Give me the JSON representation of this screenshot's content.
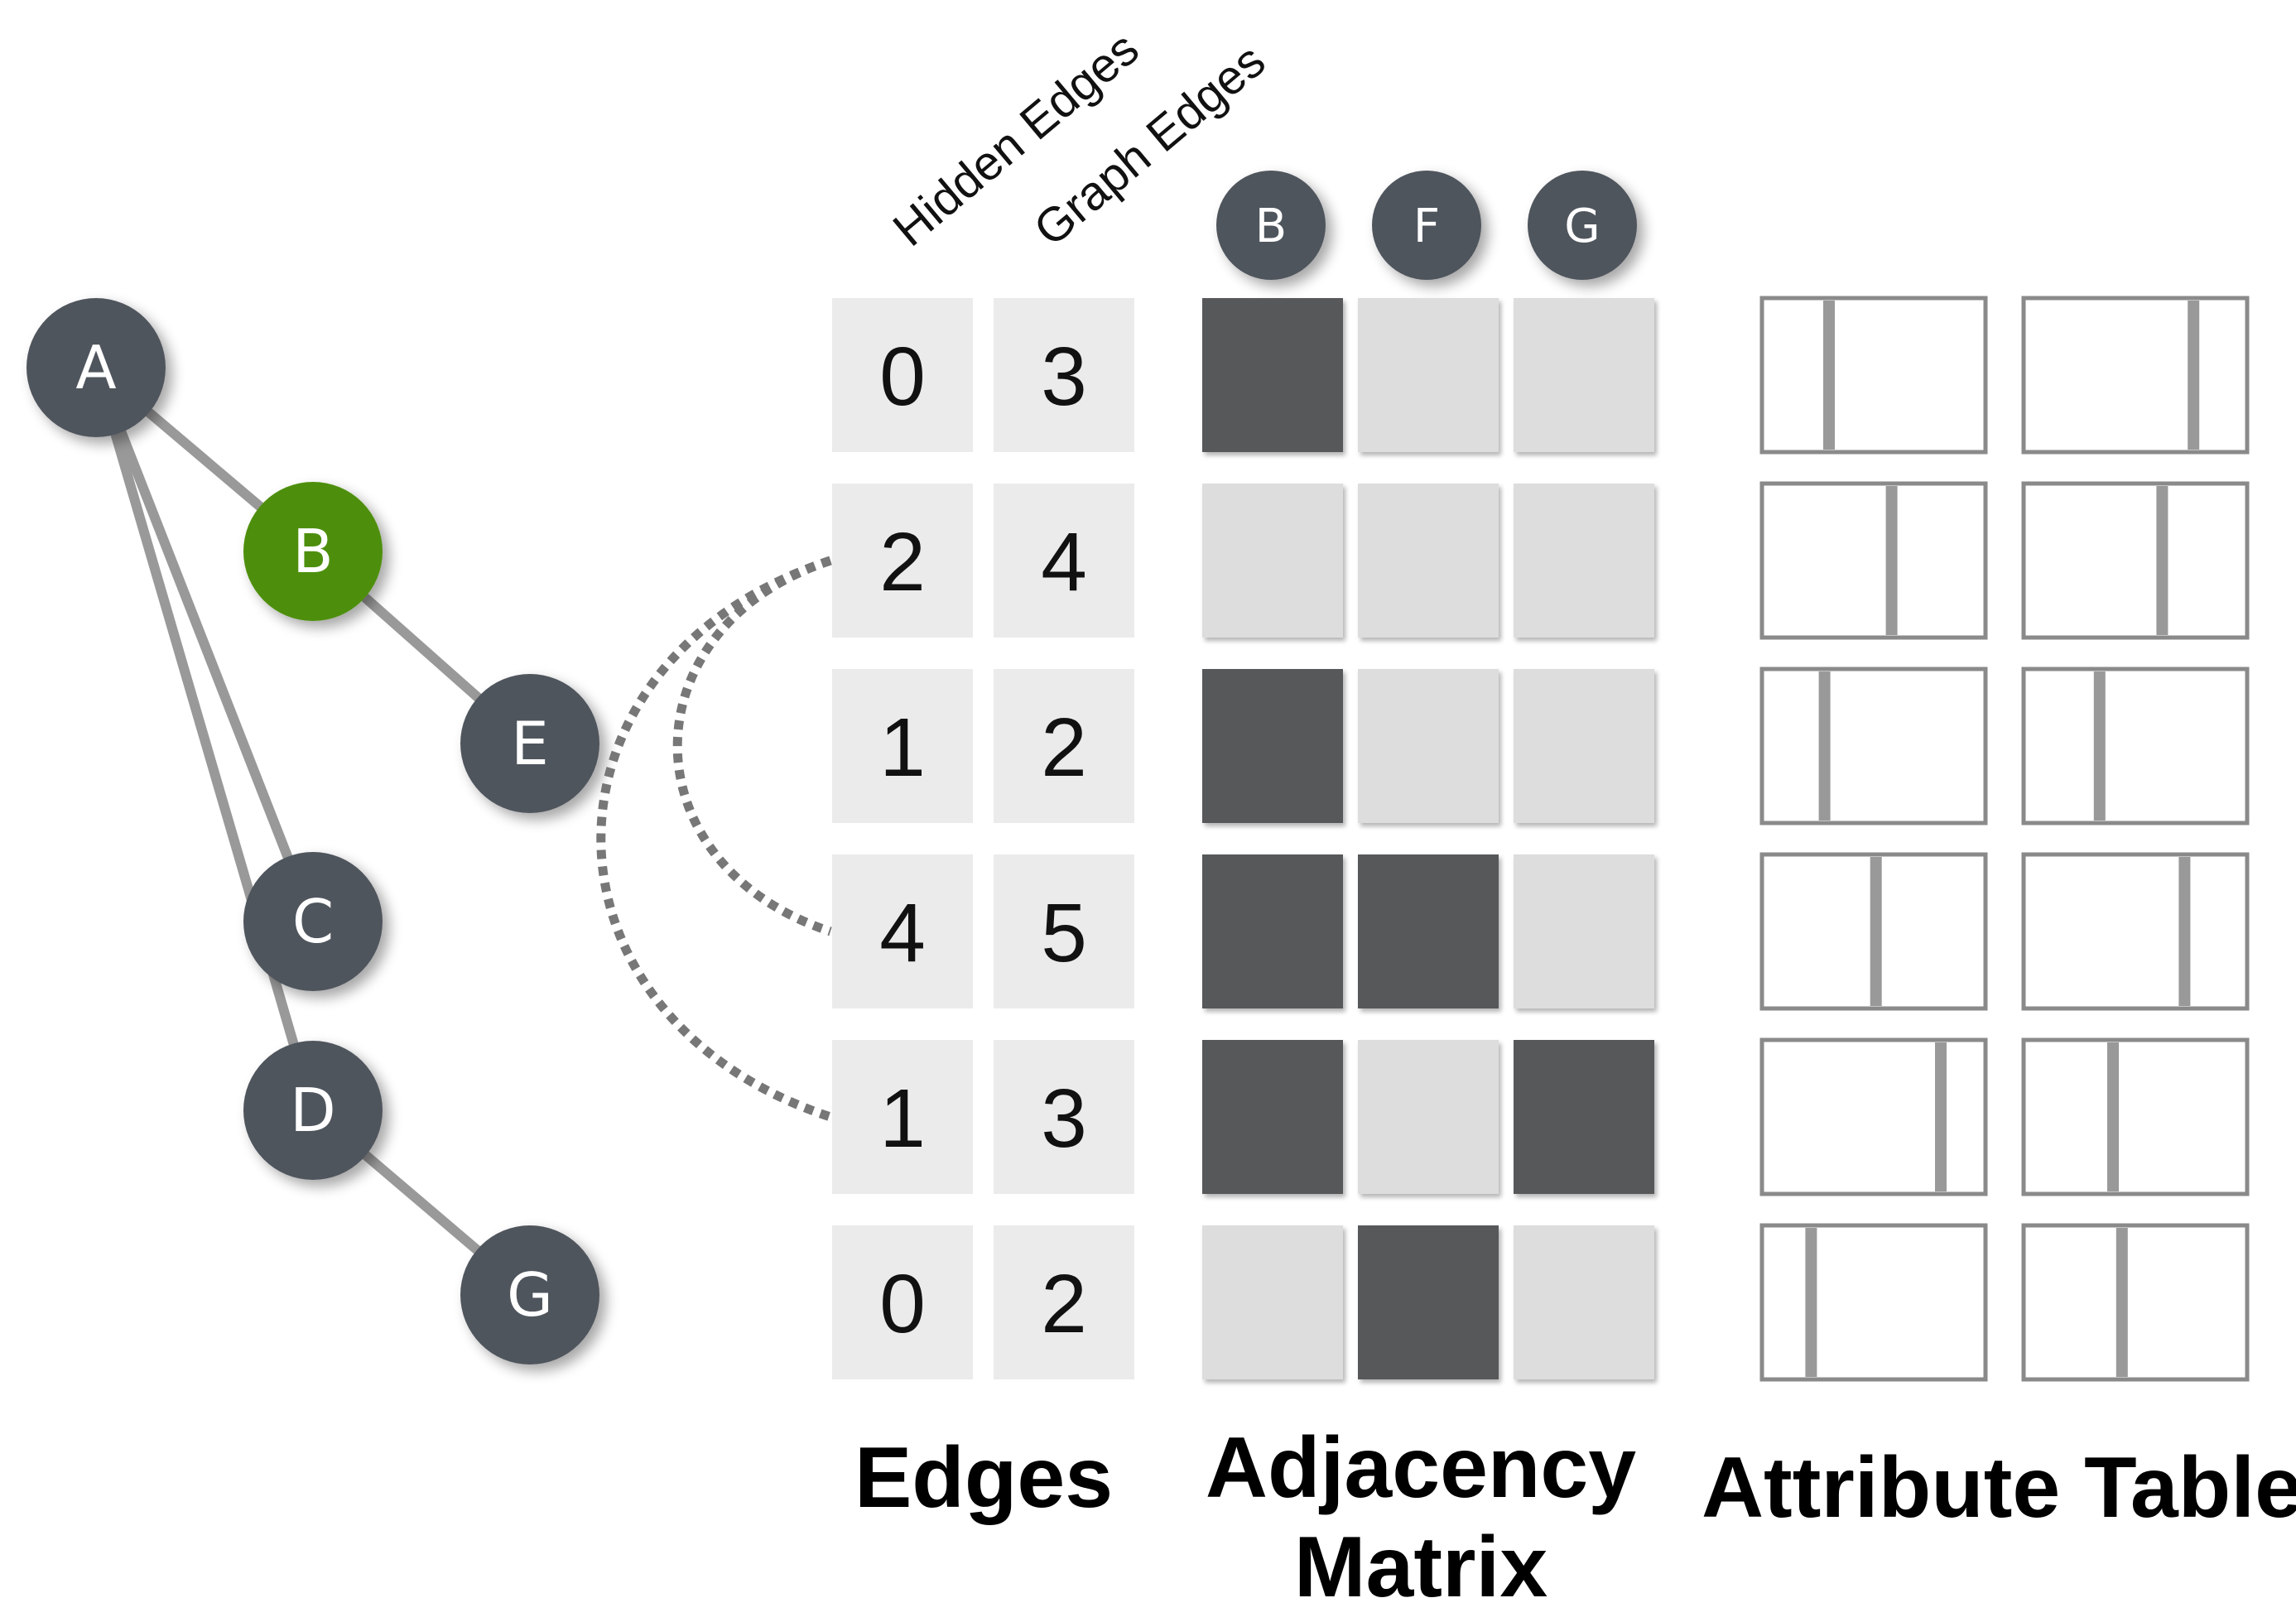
{
  "graph": {
    "nodes": [
      {
        "id": "A",
        "label": "A",
        "highlight": false
      },
      {
        "id": "B",
        "label": "B",
        "highlight": true
      },
      {
        "id": "E",
        "label": "E",
        "highlight": false
      },
      {
        "id": "C",
        "label": "C",
        "highlight": false
      },
      {
        "id": "D",
        "label": "D",
        "highlight": false
      },
      {
        "id": "G",
        "label": "G",
        "highlight": false
      }
    ],
    "edges": [
      [
        "A",
        "B"
      ],
      [
        "B",
        "E"
      ],
      [
        "A",
        "C"
      ],
      [
        "A",
        "D"
      ],
      [
        "D",
        "G"
      ]
    ]
  },
  "column_labels": {
    "hidden_edges": "Hidden Edges",
    "graph_edges": "Graph Edges"
  },
  "edges_table": {
    "hidden": [
      "0",
      "2",
      "1",
      "4",
      "1",
      "0"
    ],
    "graph": [
      "3",
      "4",
      "2",
      "5",
      "3",
      "2"
    ]
  },
  "hidden_edge_links": [
    [
      1,
      3
    ],
    [
      1,
      4
    ]
  ],
  "adjacency": {
    "columns": [
      "B",
      "F",
      "G"
    ],
    "rows": [
      [
        1,
        0,
        0
      ],
      [
        0,
        0,
        0
      ],
      [
        1,
        0,
        0
      ],
      [
        1,
        1,
        0
      ],
      [
        1,
        0,
        1
      ],
      [
        0,
        1,
        0
      ]
    ]
  },
  "attribute_table": {
    "columns": [
      [
        0.3,
        0.58,
        0.28,
        0.51,
        0.8,
        0.22
      ],
      [
        0.76,
        0.62,
        0.34,
        0.72,
        0.4,
        0.44
      ]
    ]
  },
  "titles": {
    "edges": "Edges",
    "adjacency_line1": "Adjacency",
    "adjacency_line2": "Matrix",
    "attribute_table": "Attribute Table"
  },
  "colors": {
    "node": "#50545d",
    "node_highlight": "#4e8f08",
    "edge": "#999999",
    "cell_light": "#ebebeb",
    "adj_dark": "#57585a",
    "adj_light": "#dcdddc",
    "attr_border": "#8a8a8a",
    "attr_bar": "#999999"
  }
}
